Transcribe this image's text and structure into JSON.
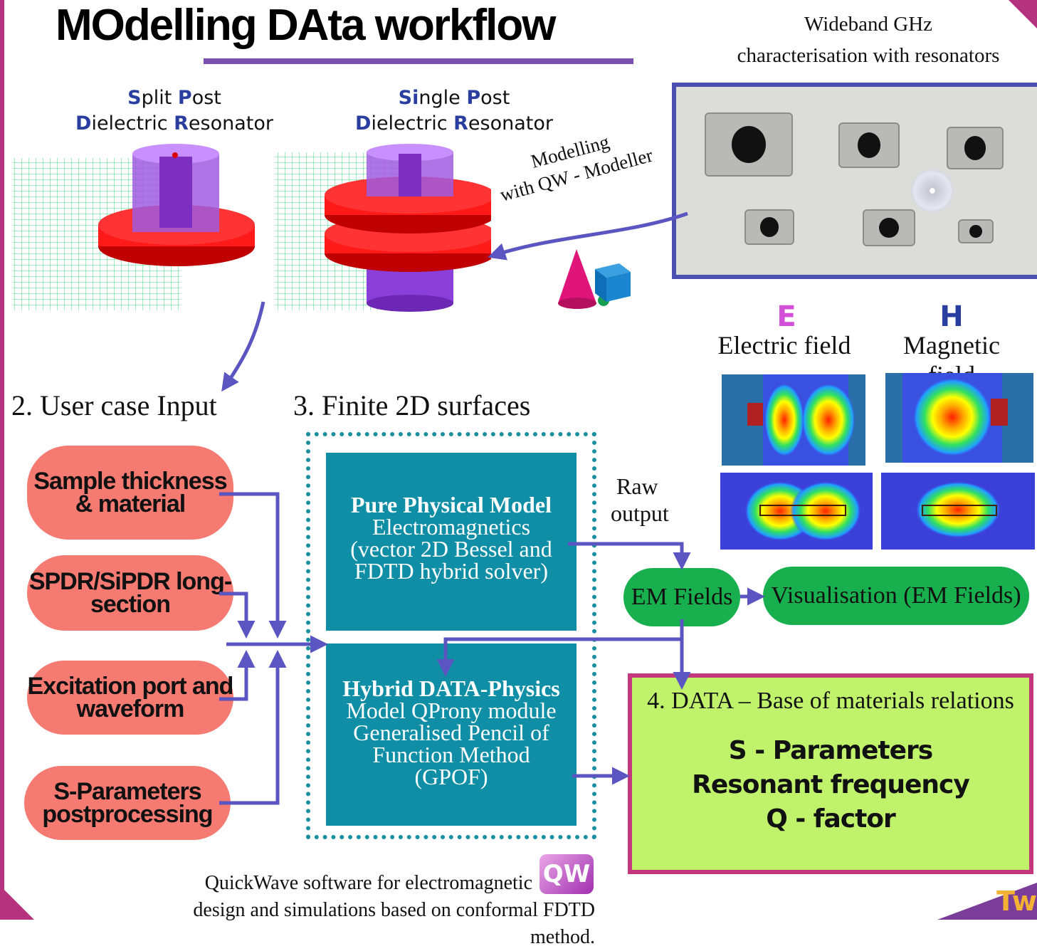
{
  "title": "MOdelling DAta workflow",
  "wideband": {
    "line1": "Wideband GHz",
    "line2": "characterisation with resonators"
  },
  "spdr": {
    "w1_init": "S",
    "w1_rest": "plit ",
    "w2_init": "P",
    "w2_rest": "ost",
    "w3_init": "D",
    "w3_rest": "ielectric ",
    "w4_init": "R",
    "w4_rest": "esonator"
  },
  "sipdr": {
    "w1_init": "Si",
    "w1_rest": "ngle ",
    "w2_init": "P",
    "w2_rest": "ost",
    "w3_init": "D",
    "w3_rest": "ielectric ",
    "w4_init": "R",
    "w4_rest": "esonator"
  },
  "modelling": {
    "line1": "Modelling",
    "line2": "with QW - Modeller"
  },
  "sections": {
    "user_case": "2.  User case Input",
    "finite": "3.   Finite 2D surfaces"
  },
  "inputs": [
    {
      "label": "Sample thickness & material"
    },
    {
      "label": "SPDR/SiPDR long-section"
    },
    {
      "label": "Excitation port and waveform"
    },
    {
      "label": "S-Parameters postprocessing"
    }
  ],
  "pure_model": {
    "head": "Pure Physical Model",
    "line1": "Electromagnetics",
    "line2": "(vector 2D Bessel and",
    "line3": "FDTD hybrid solver)"
  },
  "hybrid_model": {
    "head": "Hybrid DATA-Physics",
    "line1": "Model QProny module",
    "line2": "Generalised Pencil of",
    "line3": "Function Method",
    "line4": "(GPOF)"
  },
  "raw_output": {
    "line1": "Raw",
    "line2": "output"
  },
  "em_fields": "EM Fields",
  "visualisation": "Visualisation (EM Fields)",
  "fields": {
    "e_letter": "E",
    "e_label": "Electric field",
    "h_letter": "H",
    "h_label": "Magnetic field"
  },
  "data_box": {
    "head": "4. DATA – Base of materials relations",
    "items": [
      "S - Parameters",
      "Resonant frequency",
      "Q - factor"
    ]
  },
  "quickwave": {
    "line1": "QuickWave software for electromagnetic",
    "line2": "design and simulations based on conformal FDTD method.",
    "logo": "QW"
  },
  "corner_text": "Tw",
  "colors": {
    "accent_purple": "#7a4fb0",
    "arrow_blue": "#5a55c0",
    "pill_red": "#f47a72",
    "teal": "#0f8ea6",
    "green": "#18b04e",
    "data_green": "#c0f26c",
    "data_border": "#c2377d",
    "photo_border": "#4b4fb0"
  }
}
